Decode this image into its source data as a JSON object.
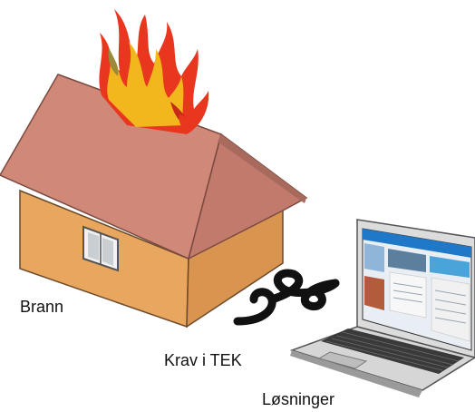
{
  "labels": {
    "fire": "Brann",
    "requirements": "Krav i TEK",
    "solutions": "Løsninger"
  },
  "icons": [
    "house-illustration",
    "fire-icon",
    "paragraph-sign-icon",
    "laptop-icon"
  ],
  "colors": {
    "roof": "#D08878",
    "roof_dark": "#A86A5C",
    "wall_front": "#E8A65E",
    "wall_side": "#D99550",
    "flame_red": "#E8361F",
    "flame_yellow": "#F2B71D",
    "laptop_silver": "#D8D8D8",
    "screen_blue": "#1F79C8"
  }
}
